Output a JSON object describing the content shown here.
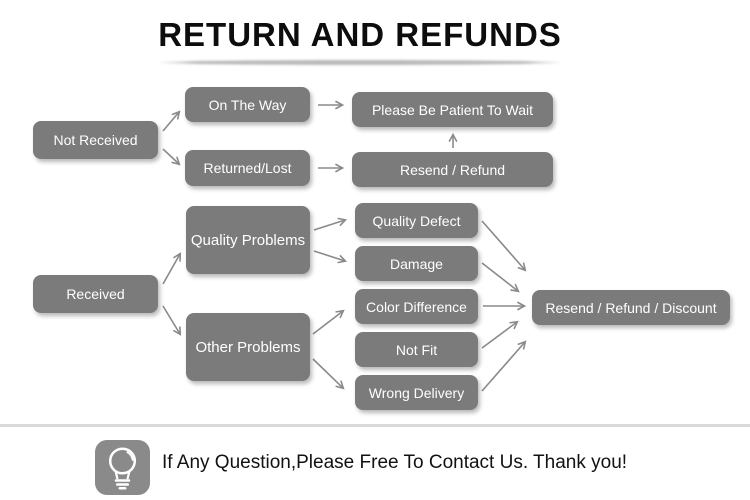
{
  "title": "RETURN AND REFUNDS",
  "nodes": {
    "not_received": "Not Received",
    "on_the_way": "On The Way",
    "returned_lost": "Returned/Lost",
    "please_be_patient": "Please Be Patient To Wait",
    "resend_refund": "Resend / Refund",
    "received": "Received",
    "quality_problems": "Quality Problems",
    "other_problems": "Other Problems",
    "quality_defect": "Quality Defect",
    "damage": "Damage",
    "color_difference": "Color Difference",
    "not_fit": "Not Fit",
    "wrong_delivery": "Wrong Delivery",
    "resend_refund_discount": "Resend / Refund / Discount"
  },
  "footer": {
    "icon": "lightbulb-icon",
    "text": "If Any Question,Please Free To Contact Us. Thank you!"
  },
  "colors": {
    "node_fill": "#7b7b7b",
    "node_text": "#ffffff",
    "arrow": "#8a8a8a",
    "divider": "#d9d9d9",
    "title_text": "#0d0d0d",
    "background": "#ffffff"
  }
}
